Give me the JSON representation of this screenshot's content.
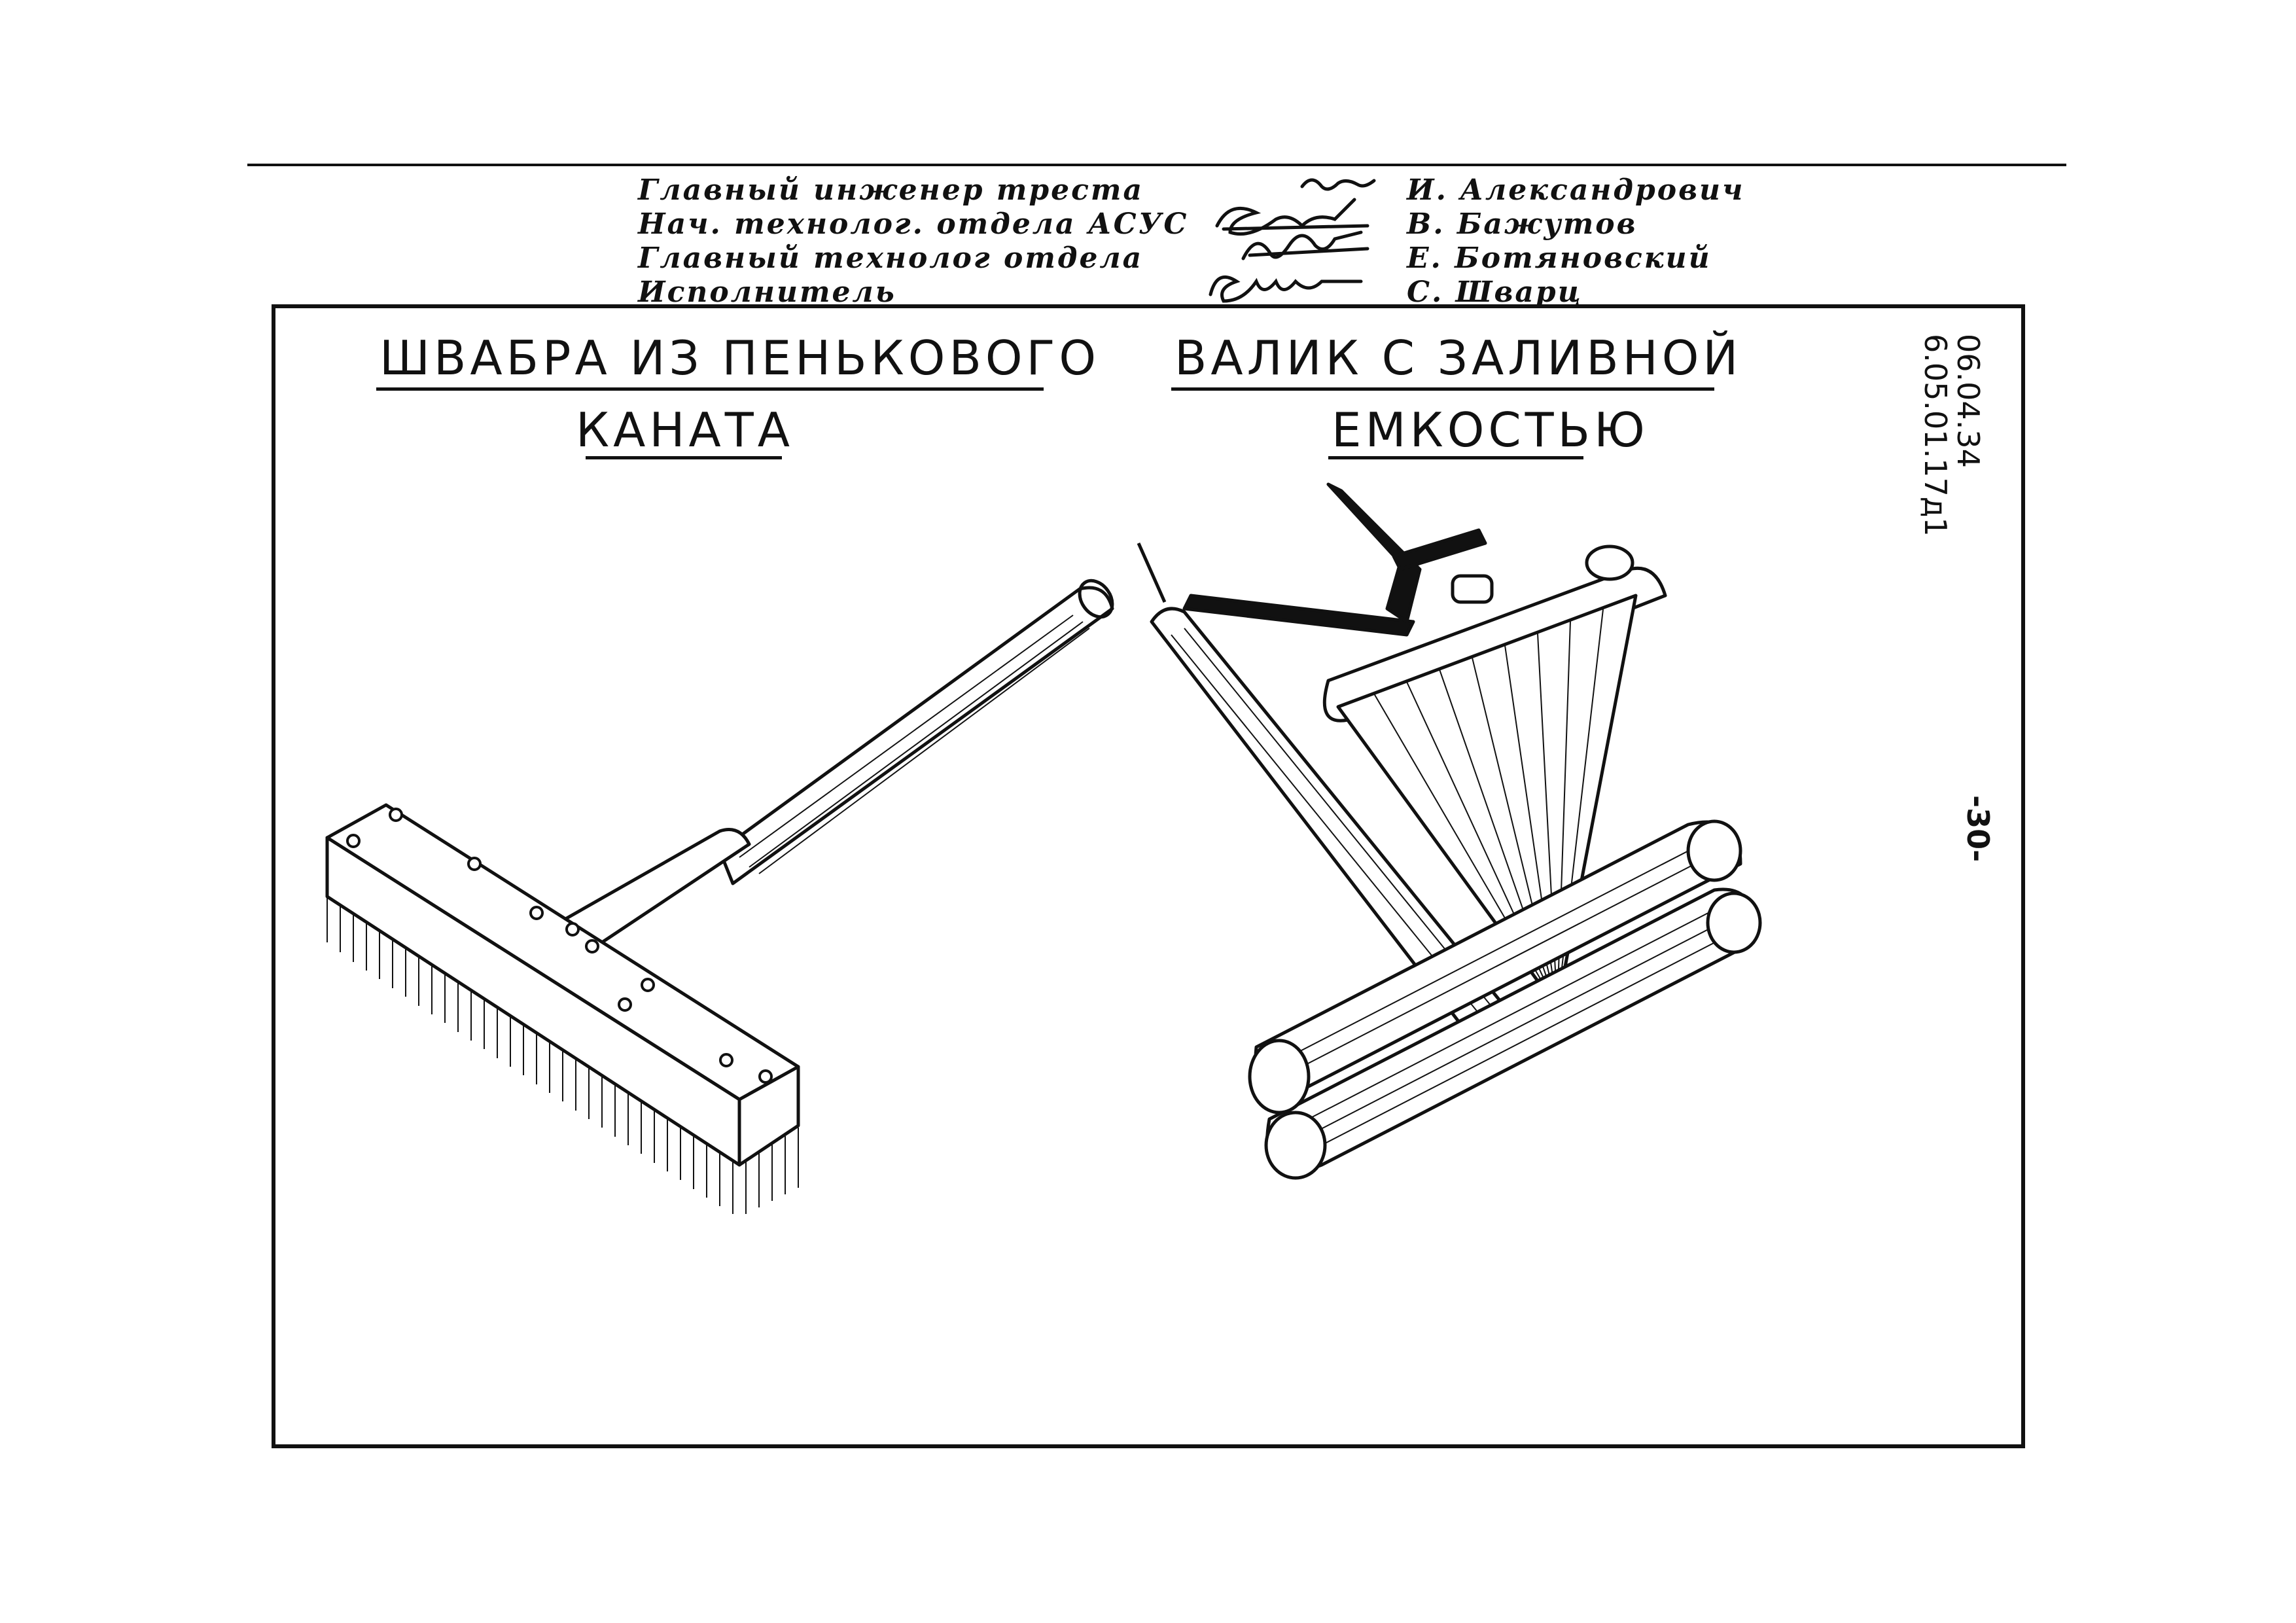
{
  "approvals": {
    "roles": [
      "Главный инженер треста",
      "Нач. технолог. отдела АСУС",
      "Главный технолог отдела",
      "Исполнитель"
    ],
    "names": [
      "И. Александрович",
      "В. Бажутов",
      "Е. Ботяновский",
      "С. Шварц"
    ]
  },
  "sheet": {
    "code_line1": "06.04.34",
    "code_line2": "6.05.01.17д1",
    "page_number": "-30-"
  },
  "figures": {
    "left": {
      "title_line1": "ШВАБРА ИЗ ПЕНЬКОВОГО",
      "title_line2": "КАНАТА"
    },
    "right": {
      "title_line1": "ВАЛИК С ЗАЛИВНОЙ",
      "title_line2": "ЕМКОСТЬЮ"
    }
  },
  "colors": {
    "ink": "#111111",
    "paper": "#ffffff"
  }
}
